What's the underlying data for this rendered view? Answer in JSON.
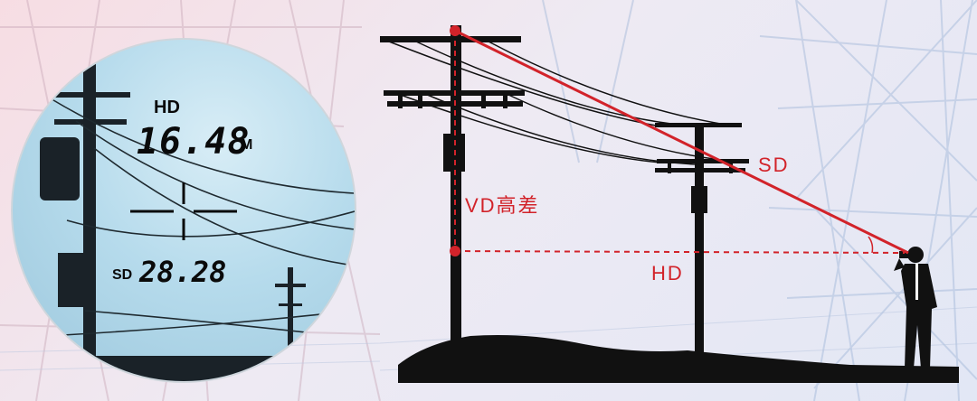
{
  "scope": {
    "hd_label": "HD",
    "hd_value": "16.48",
    "hd_unit": "M",
    "sd_label": "SD",
    "sd_value": "28.28"
  },
  "diagram": {
    "vd_label": "VD高差",
    "sd_label": "SD",
    "hd_label": "HD"
  },
  "colors": {
    "measure_red": "#d2232a",
    "silhouette": "#111111"
  }
}
